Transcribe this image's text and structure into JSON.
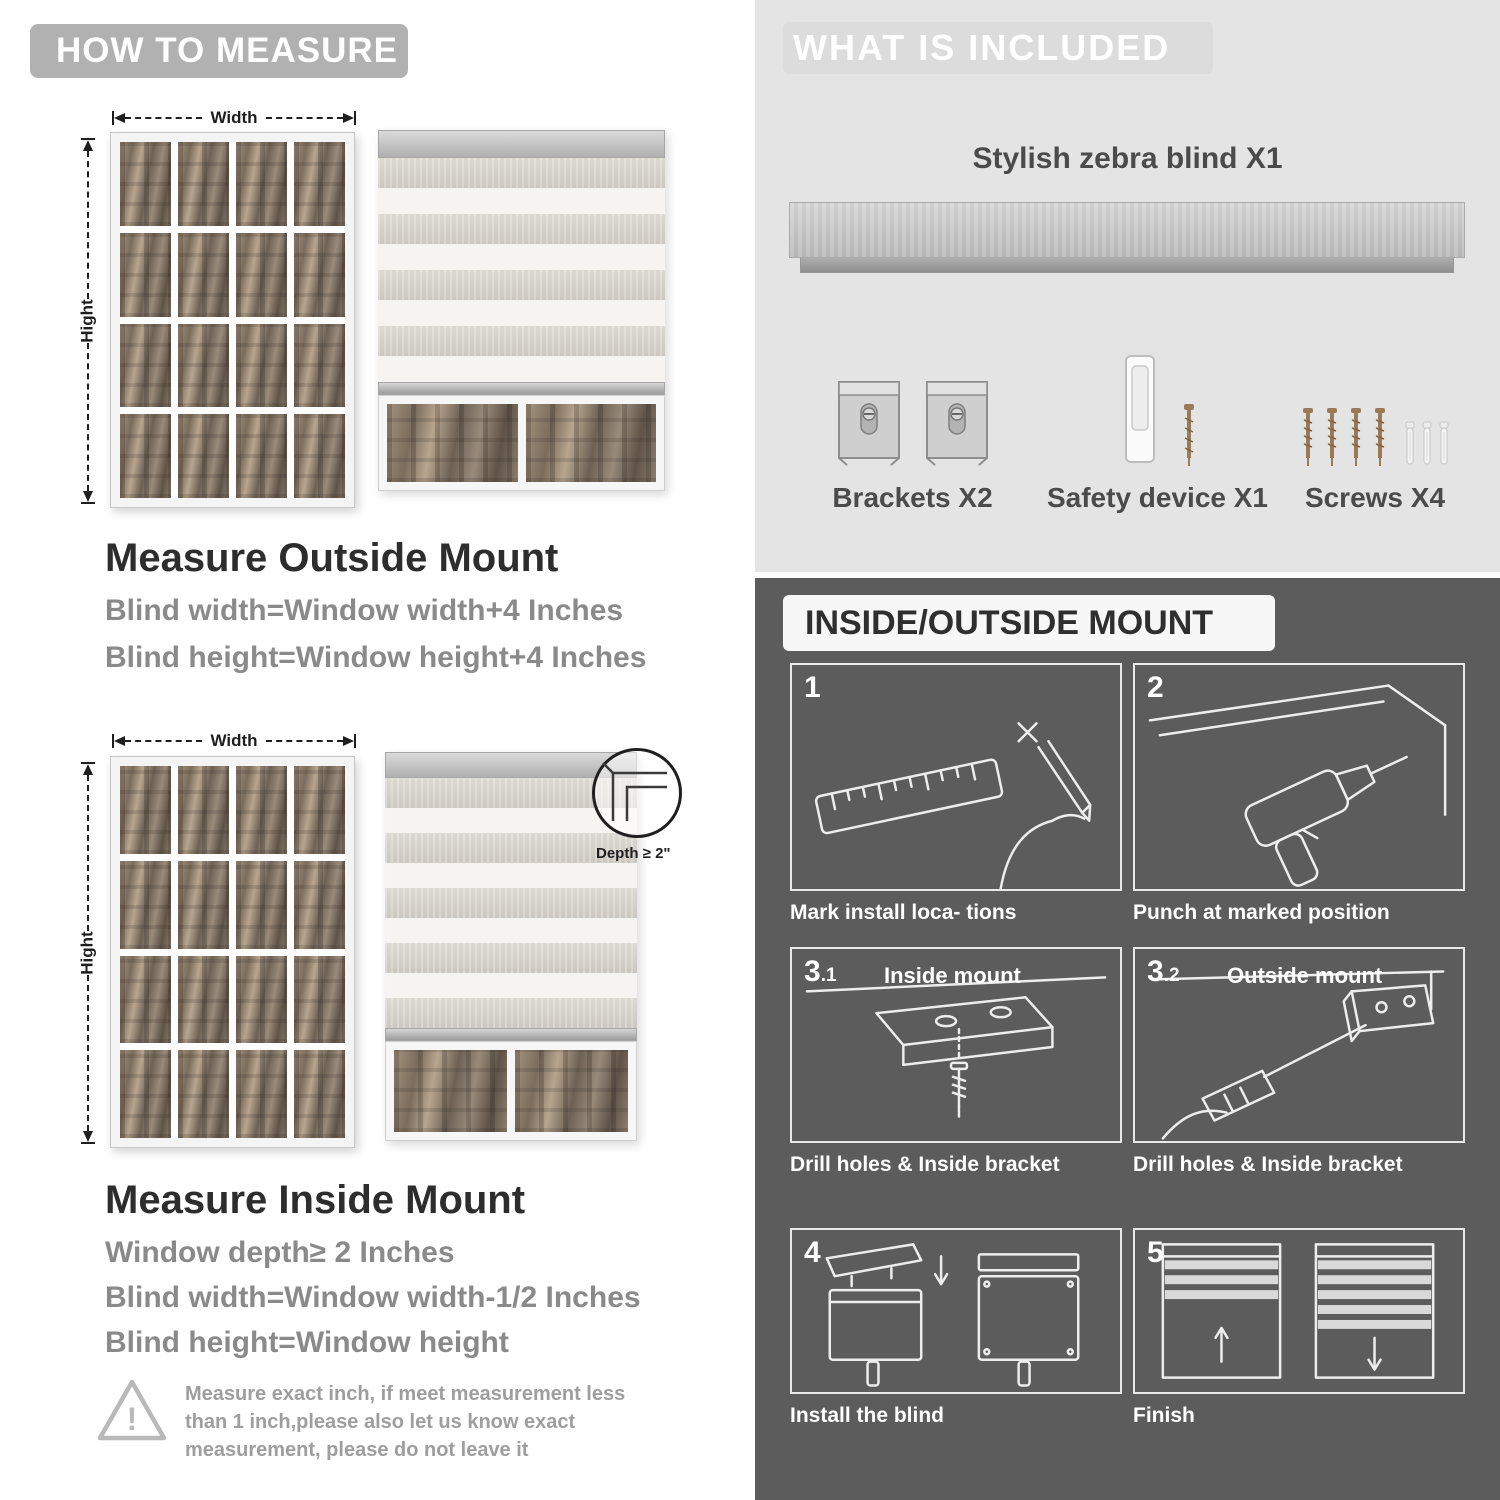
{
  "colors": {
    "left_banner": "#b1b1b1",
    "light_panel": "#e4e4e4",
    "dark_panel": "#5c5c5c",
    "included_banner": "#dcdcdc",
    "text_gray": "#8a8a8a"
  },
  "left": {
    "header": "HOW TO MEASURE",
    "outside": {
      "width_label": "Width",
      "height_label": "Hight",
      "heading": "Measure Outside Mount",
      "line1": "Blind width=Window width+4 Inches",
      "line2": "Blind height=Window height+4 Inches"
    },
    "inside": {
      "width_label": "Width",
      "height_label": "Hight",
      "depth_callout": "Depth ≥ 2\"",
      "heading": "Measure Inside Mount",
      "line1": "Window depth≥ 2 Inches",
      "line2": "Blind width=Window width-1/2 Inches",
      "line3": "Blind height=Window height"
    },
    "note": {
      "mark": "!",
      "lines": [
        "Measure exact inch, if meet measurement less",
        "than 1 inch,please also let us know exact",
        "measurement, please do not leave it"
      ]
    }
  },
  "included": {
    "header": "WHAT IS INCLUDED",
    "product": "Stylish zebra blind X1",
    "items": [
      {
        "label": "Brackets X2"
      },
      {
        "label": "Safety device X1"
      },
      {
        "label": "Screws X4"
      }
    ]
  },
  "mount": {
    "header": "INSIDE/OUTSIDE MOUNT",
    "steps": [
      {
        "num": "1",
        "caption": "Mark install loca- tions"
      },
      {
        "num": "2",
        "caption": "Punch at  marked position"
      },
      {
        "num": "3",
        "num_suffix": ".1",
        "inner_label": "Inside mount",
        "caption": "Drill holes &  Inside bracket"
      },
      {
        "num": "3",
        "num_suffix": ".2",
        "inner_label": "Outside mount",
        "caption": "Drill holes &  Inside bracket"
      },
      {
        "num": "4",
        "caption": "Install the blind"
      },
      {
        "num": "5",
        "caption": "Finish"
      }
    ]
  }
}
